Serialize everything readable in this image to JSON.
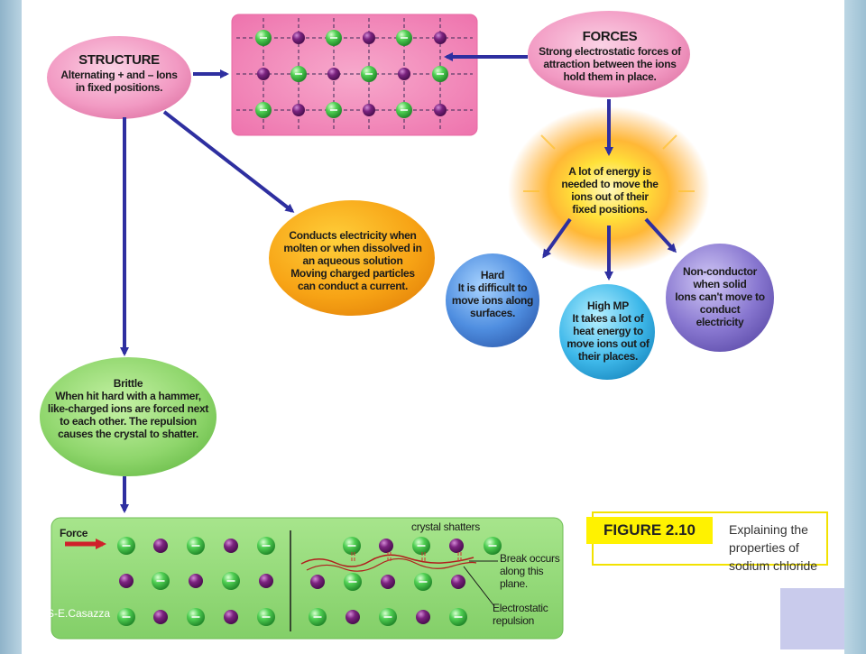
{
  "structure": {
    "title": "STRUCTURE",
    "text": "Alternating + and – Ions in fixed positions."
  },
  "forces": {
    "title": "FORCES",
    "text": "Strong electrostatic forces of attraction between the ions hold them in place."
  },
  "energy": {
    "text": "A lot of energy is needed to move the ions out of their fixed positions."
  },
  "conducts": {
    "bold": "Conducts electricity when molten or when dissolved in an aqueous solution",
    "text": "Moving charged particles can conduct a current."
  },
  "hard": {
    "title": "Hard",
    "text": "It is difficult to move ions along surfaces."
  },
  "high_mp": {
    "title": "High MP",
    "text": "It takes a lot of heat energy to move ions out of their places."
  },
  "non_conductor": {
    "title": "Non-conductor when solid",
    "text": "Ions can't move to conduct electricity"
  },
  "brittle": {
    "title": "Brittle",
    "text": "When hit hard with a hammer, like-charged ions are forced next to each other. The repulsion causes the crystal to shatter."
  },
  "bottom_panel": {
    "force_label": "Force",
    "shatter_label": "crystal shatters",
    "break_label": "Break occurs along this plane.",
    "repulsion_label": "Electrostatic repulsion"
  },
  "figure": {
    "tag": "FIGURE 2.10",
    "caption": "Explaining the properties of sodium chloride"
  },
  "credit": "JS-E.Casazza",
  "colors": {
    "arrow": "#2e2fa0",
    "anion_green": "#3fbf45",
    "cation_purple": "#6a1b6e",
    "pink_lattice": "#f07fb2",
    "bottom_green": "#8ed877"
  }
}
